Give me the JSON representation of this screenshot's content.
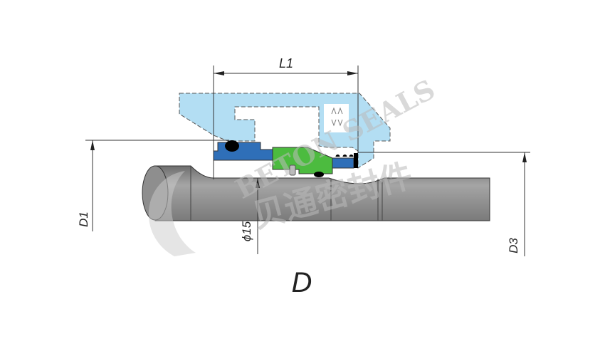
{
  "labels": {
    "length": "L1",
    "d1": "D1",
    "d3": "D3",
    "shaft_diameter": "ϕ15",
    "series": "D"
  },
  "watermark": {
    "latin": "BETON SEALS",
    "chinese": "贝通密封件"
  },
  "colors": {
    "housing": "#b3def3",
    "seat": "#2f6fb8",
    "rotating_face": "#4cbb3f",
    "shaft": "#8c8c8c",
    "oring": "#000000"
  }
}
